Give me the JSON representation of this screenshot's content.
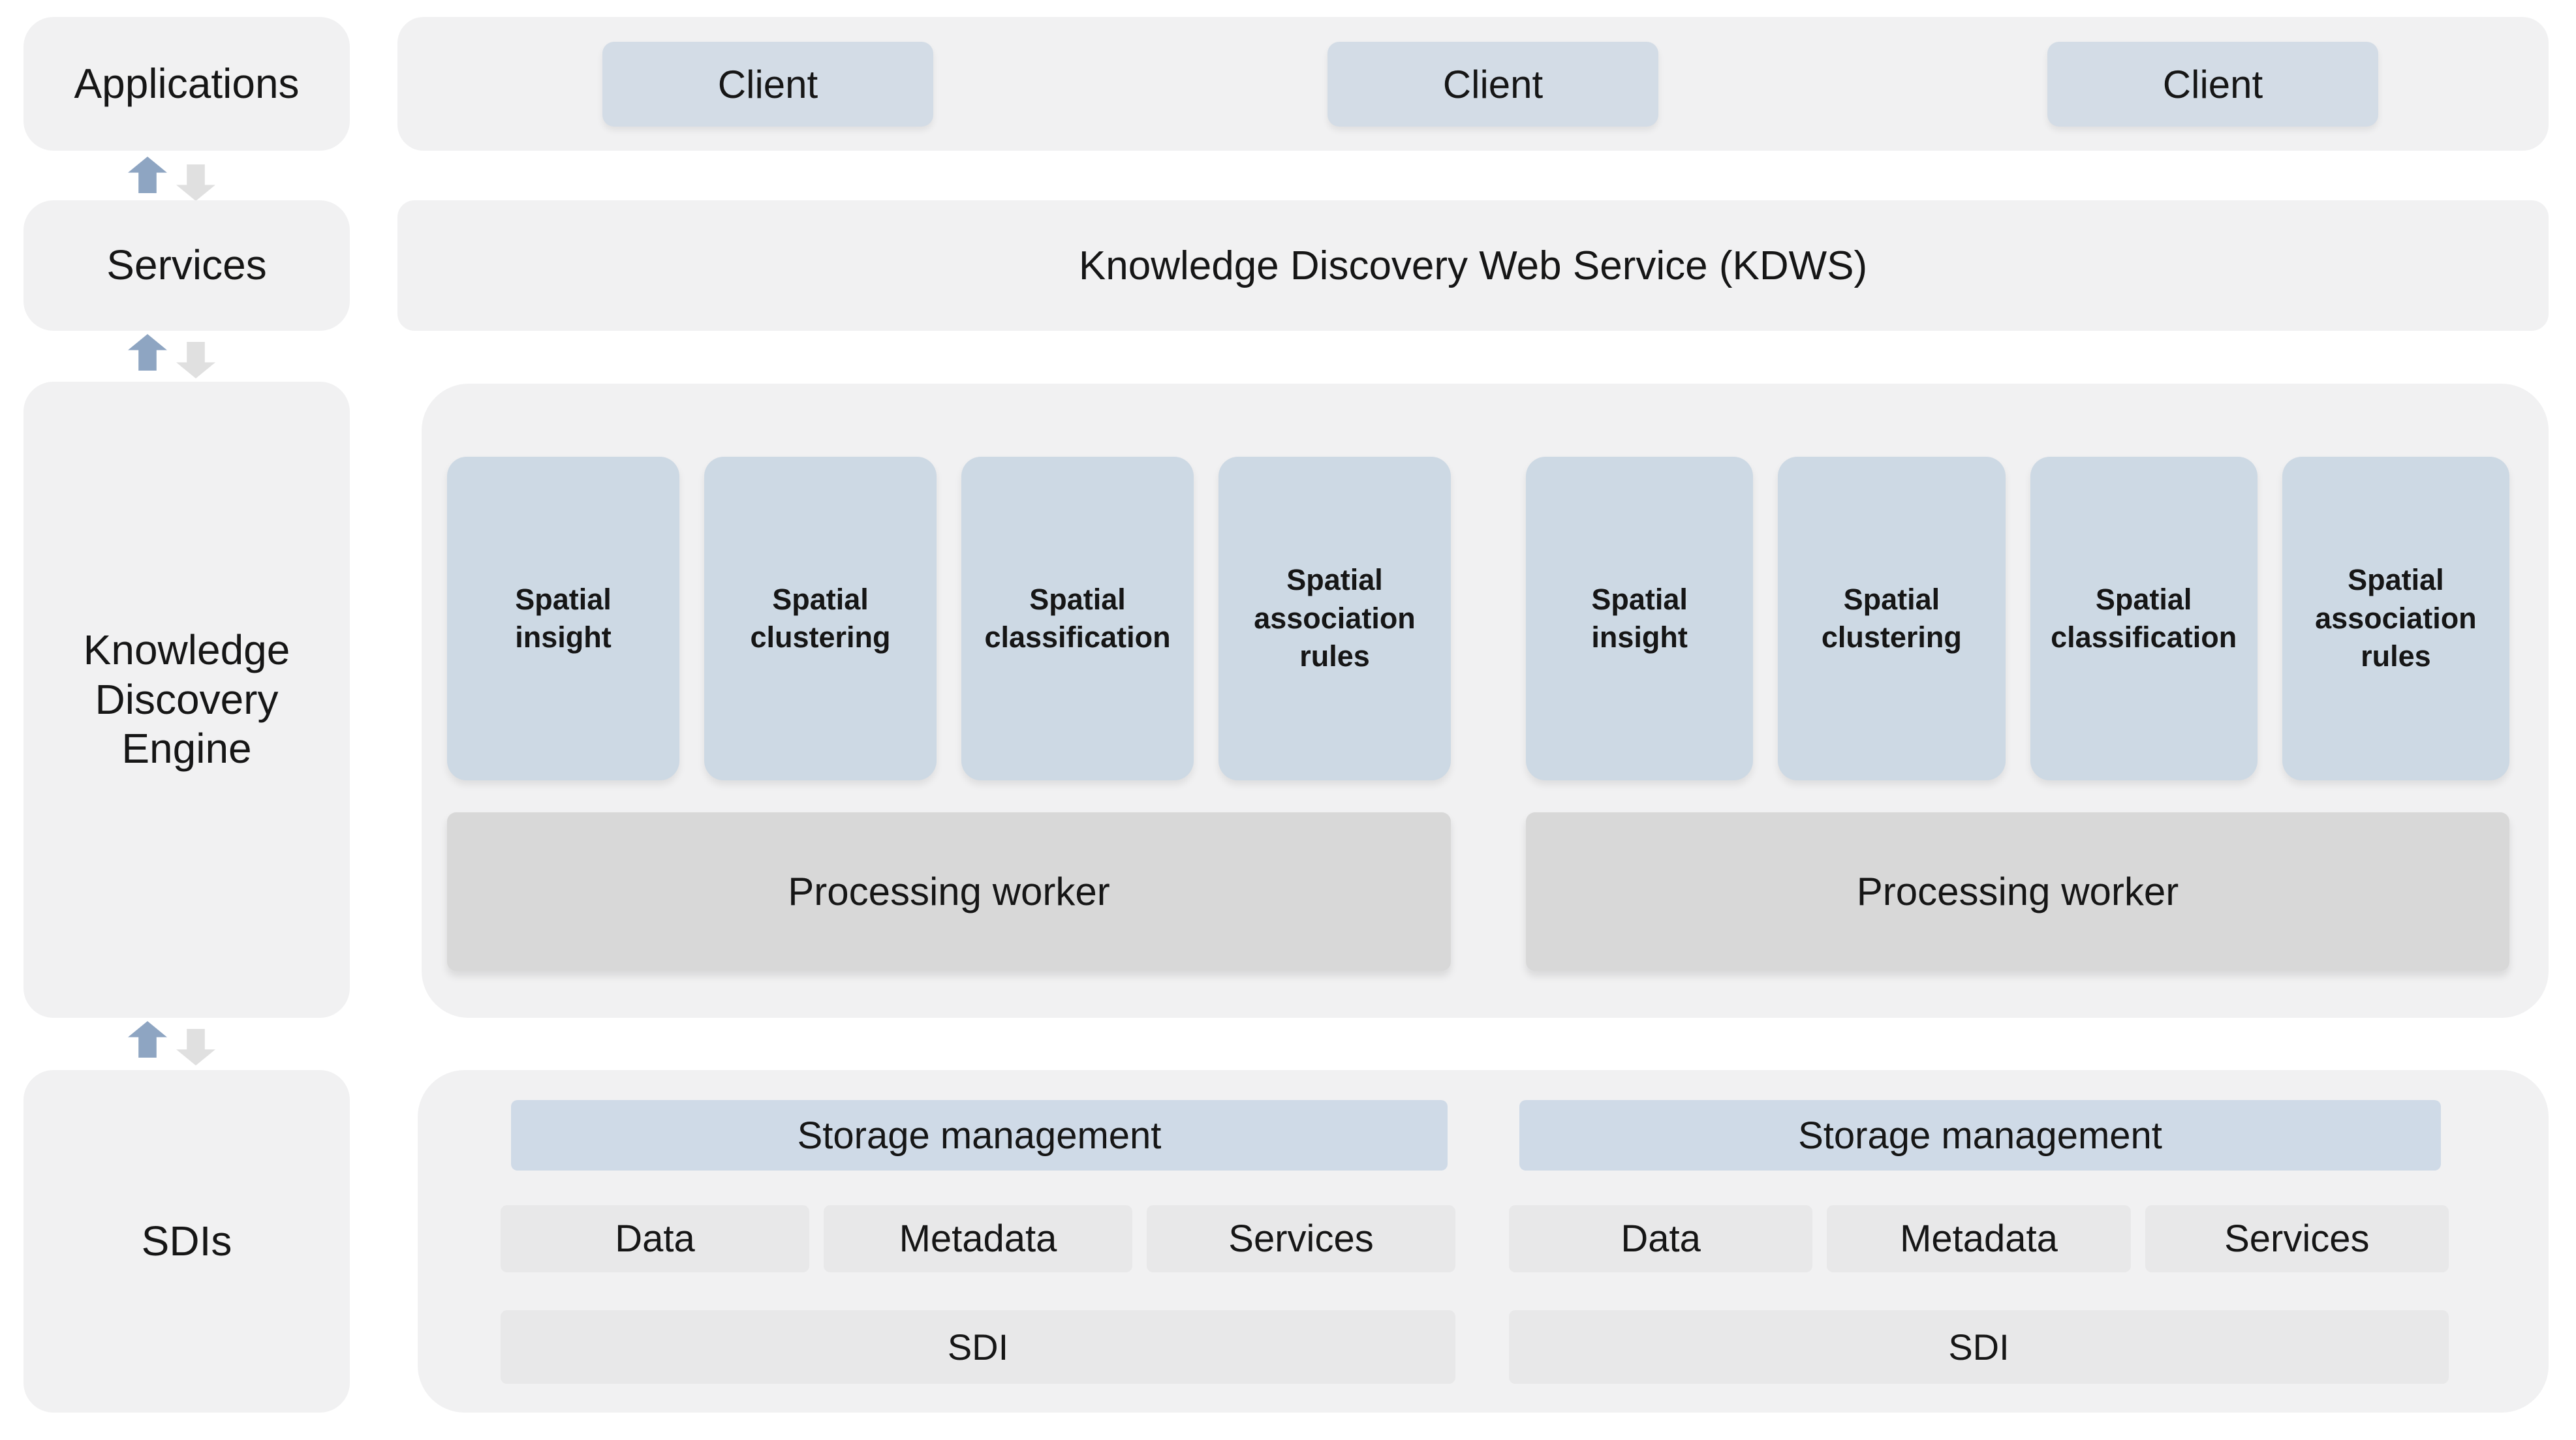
{
  "diagram": {
    "colors": {
      "panel_bg": "#f1f1f2",
      "blue_box": "#d3dce6",
      "spatial_box": "#cdd9e4",
      "storage_blue": "#cfdae7",
      "worker_gray": "#d8d8d8",
      "store_gray": "#e8e8e9",
      "arrow_up": "#8ea5c2",
      "arrow_down": "#e0e0e0"
    },
    "left_rail": {
      "applications": "Applications",
      "services": "Services",
      "engine": "Knowledge Discovery Engine",
      "sdis": "SDIs"
    },
    "clients_row": {
      "clients": [
        "Client",
        "Client",
        "Client"
      ]
    },
    "kdws_bar": {
      "label": "Knowledge Discovery Web Service (KDWS)"
    },
    "engine_panel": {
      "groups": [
        {
          "modules": [
            "Spatial insight",
            "Spatial clustering",
            "Spatial classification",
            "Spatial association rules"
          ],
          "worker": "Processing worker"
        },
        {
          "modules": [
            "Spatial insight",
            "Spatial clustering",
            "Spatial classification",
            "Spatial association rules"
          ],
          "worker": "Processing worker"
        }
      ]
    },
    "sdi_panel": {
      "groups": [
        {
          "storage": "Storage management",
          "stores": [
            "Data",
            "Metadata",
            "Services"
          ],
          "sdi": "SDI"
        },
        {
          "storage": "Storage management",
          "stores": [
            "Data",
            "Metadata",
            "Services"
          ],
          "sdi": "SDI"
        }
      ]
    }
  }
}
